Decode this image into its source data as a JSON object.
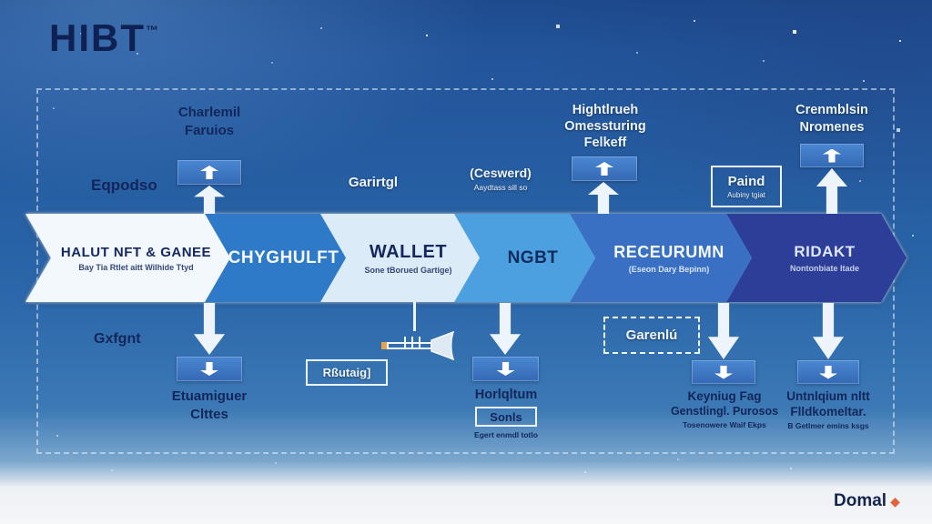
{
  "logo": {
    "text": "HIBT",
    "tm": "™"
  },
  "flow": {
    "steps": [
      {
        "title": "HALUT NFT & GANEE",
        "subtitle": "Bay Tia Rtlet aitt Wilhide Ttyd",
        "bg": "#f3f8fd",
        "color": "#14275e"
      },
      {
        "title": "CHYGHULFT",
        "subtitle": "",
        "bg": "#2e7ac8",
        "color": "#f4f9ff"
      },
      {
        "title": "WALLET",
        "subtitle": "Sone tBorued Gartige)",
        "bg": "#dcebf8",
        "color": "#14275e"
      },
      {
        "title": "NGBT",
        "subtitle": "",
        "bg": "#4da0e0",
        "color": "#0f2c5c"
      },
      {
        "title": "RECEURUMN",
        "subtitle": "(Eseon Dary Bepinn)",
        "bg": "#3a70c4",
        "color": "#f4f9ff"
      },
      {
        "title": "RIDAKT",
        "subtitle": "Nontonbiate Itade",
        "bg": "#2c3e97",
        "color": "#dfe6fa"
      }
    ]
  },
  "top_labels": {
    "charlemil": {
      "line1": "Charlemil",
      "line2": "Faruios"
    },
    "eqpodso": "Eqpodso",
    "garirtgl": "Garirtgl",
    "ceswerd": {
      "line1": "(Ceswerd)",
      "line2": "Aaydtass sill so"
    },
    "hightlrueh": {
      "line1": "Hightlrueh",
      "line2": "Omessturing",
      "line3": "Felkeff"
    },
    "paind": {
      "line1": "Paind",
      "line2": "Aubiny tgiat"
    },
    "crenmblsin": {
      "line1": "Crenmblsin",
      "line2": "Nromenes"
    }
  },
  "bottom_labels": {
    "gxfgnt": "Gxfgnt",
    "etuamiguer": {
      "line1": "Etuamiguer",
      "line2": "Clttes"
    },
    "rsutaig": "Rßutaig]",
    "horlqltum": {
      "line1": "Horlqltum",
      "line2": "Sonls",
      "line3": "Egert enmdl totlo"
    },
    "garenlu": "Garenlú",
    "keyniug": {
      "line1": "Keyniug Fag",
      "line2": "Genstlingl. Purosos",
      "line3": "Tosenowere Waif Ekps"
    },
    "untnlqium": {
      "line1": "Untnlqium nltt",
      "line2": "Flldkomeltar.",
      "line3": "B Getlmer emins ksgs"
    }
  },
  "footer": {
    "brand": "Domal",
    "diamond": "◆"
  },
  "colors": {
    "background_top": "#1d4a8c",
    "background_mid": "#2a66a9",
    "bottom_band": "#f4f6f8",
    "box_blue": "#3e79c4",
    "arrow_white": "#eef4fc",
    "accent_orange": "#e0653c",
    "dark_navy": "#13265a"
  }
}
